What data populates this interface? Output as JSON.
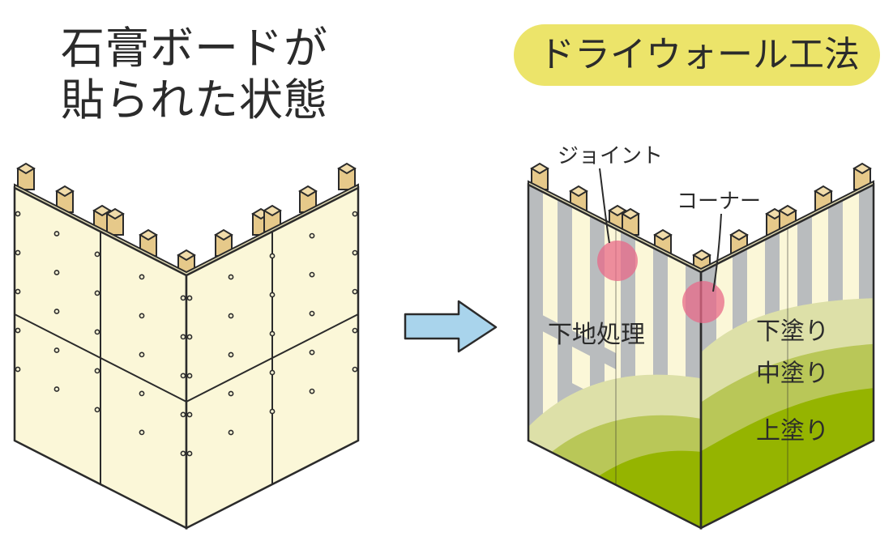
{
  "left_title": {
    "line1": "石膏ボードが",
    "line2": "貼られた状態"
  },
  "right_title": "ドライウォール工法",
  "labels": {
    "joint": "ジョイント",
    "corner": "コーナー",
    "base_treatment": "下地処理",
    "undercoat": "下塗り",
    "middle_coat": "中塗り",
    "top_coat": "上塗り"
  },
  "colors": {
    "board": "#fbf7d8",
    "stud": "#e6c98a",
    "outline": "#2b2b2b",
    "title_badge": "#ece46a",
    "arrow_fill": "#a9d4ec",
    "stripe": "#b9bcbe",
    "highlight": "#e86a88",
    "undercoat": "#dde0a8",
    "middle_coat": "#b9c758",
    "top_coat": "#95b400"
  }
}
